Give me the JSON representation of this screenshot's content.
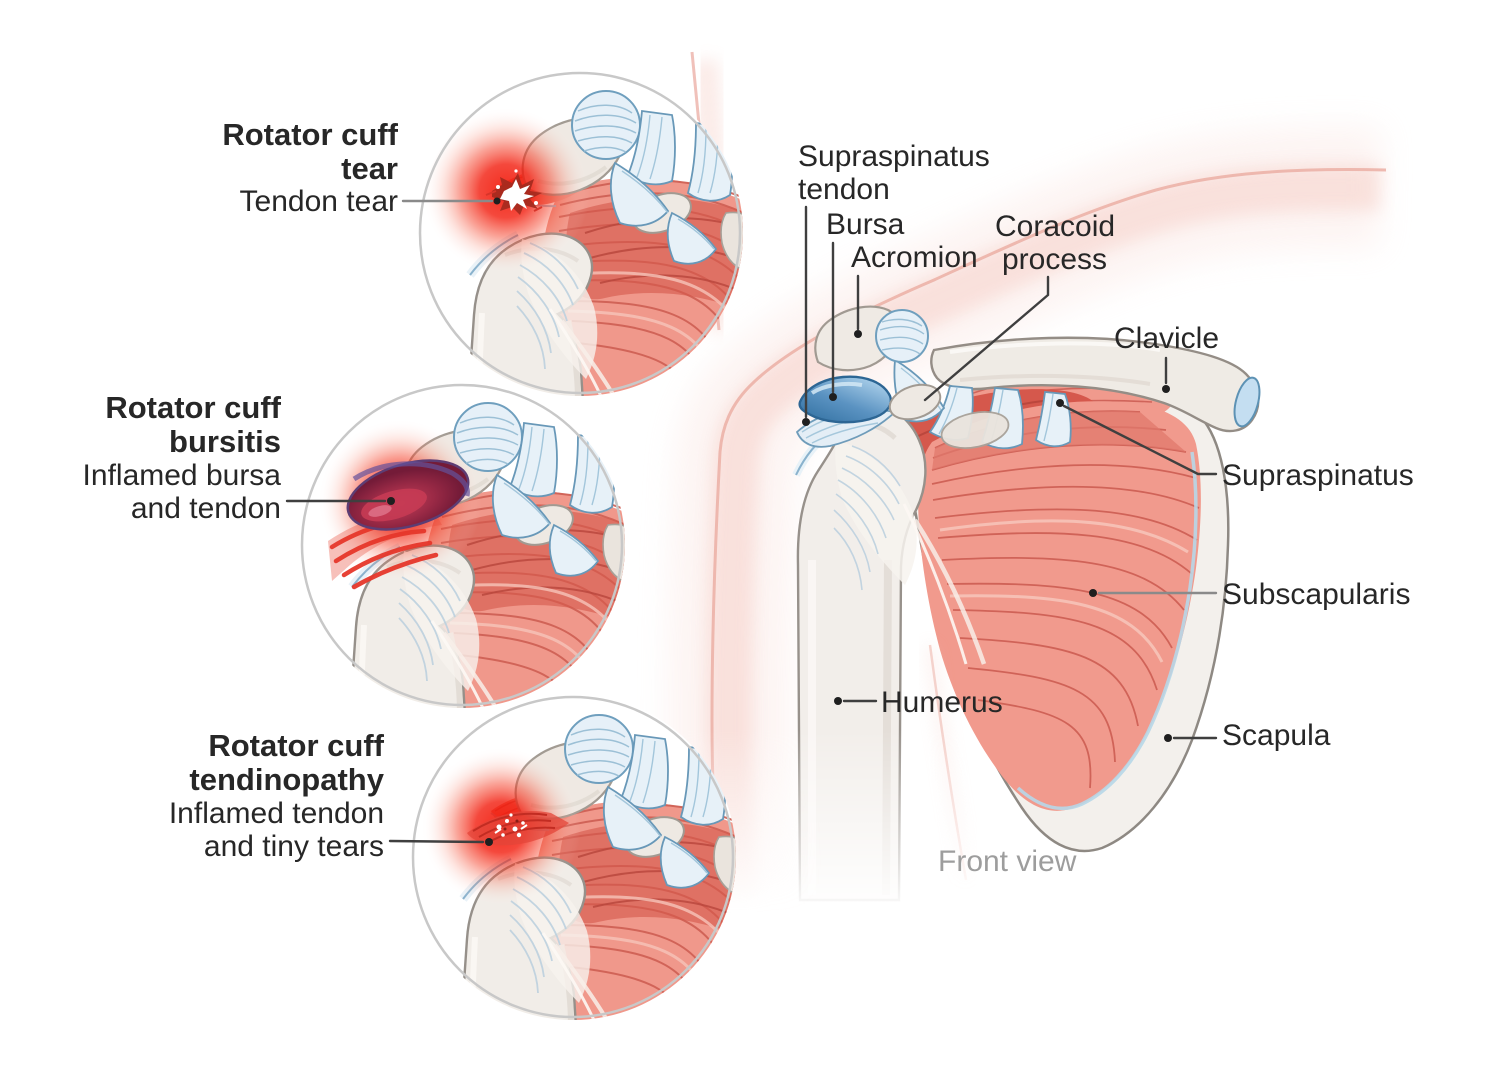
{
  "figure": {
    "caption": "Front view",
    "view": "Front view of right shoulder anatomy with rotator cuff conditions"
  },
  "insets": [
    {
      "title_lines": [
        "Rotator cuff",
        "tear"
      ],
      "label_lines": [
        "Tendon tear",
        ""
      ]
    },
    {
      "title_lines": [
        "Rotator cuff",
        "bursitis"
      ],
      "label_lines": [
        "Inflamed bursa",
        "and tendon"
      ]
    },
    {
      "title_lines": [
        "Rotator cuff",
        "tendinopathy"
      ],
      "label_lines": [
        "Inflamed tendon",
        "and tiny tears"
      ]
    }
  ],
  "anatomy_labels": {
    "supraspinatus_tendon_lines": [
      "Supraspinatus",
      "tendon"
    ],
    "bursa": "Bursa",
    "acromion": "Acromion",
    "coracoid_lines": [
      "Coracoid",
      "process"
    ],
    "clavicle": "Clavicle",
    "supraspinatus": "Supraspinatus",
    "subscapularis": "Subscapularis",
    "humerus": "Humerus",
    "scapula": "Scapula"
  },
  "colors": {
    "text": "#272727",
    "muted_text": "#9d9d9d",
    "leader_dark": "#3f3f3f",
    "leader_gray": "#8a8a8a",
    "muscle": "#f09a8d",
    "muscle_stria": "#cf6156",
    "deep_red": "#d5584c",
    "bone": "#f1ede8",
    "bone_outline": "#96908a",
    "ligament": "#e7f1f8",
    "ligament_outline": "#6898b8",
    "bursa_blue": "#4984b4",
    "inflamed_maroon": "#8e2140",
    "glow_red": "#f21b0c",
    "circle_border": "#c8c8c8",
    "skin_pink": "#ecb2a9"
  }
}
